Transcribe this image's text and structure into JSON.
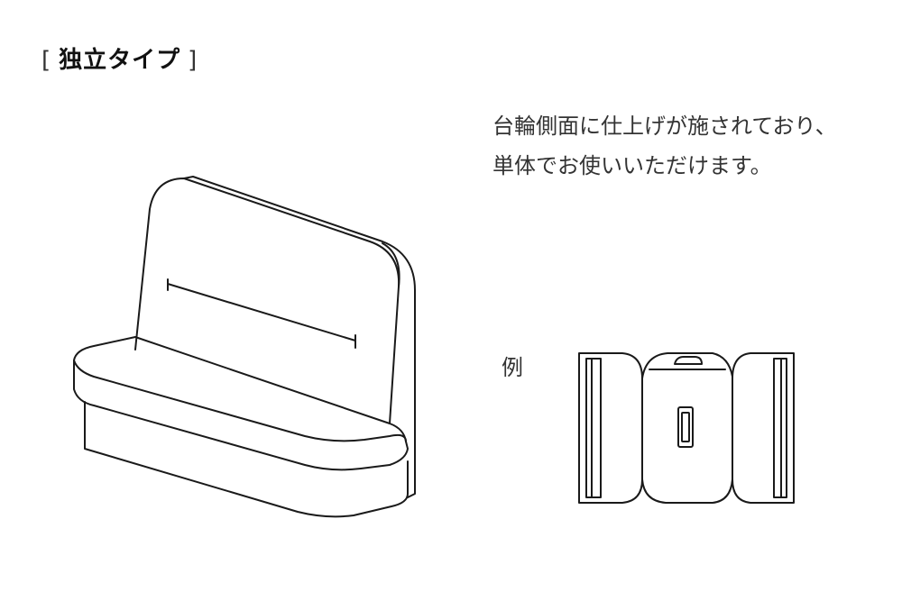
{
  "heading": {
    "open_bracket": "[",
    "title": "独立タイプ",
    "close_bracket": "]"
  },
  "description": {
    "line1": "台輪側面に仕上げが施されており、",
    "line2": "単体でお使いいただけます。"
  },
  "example": {
    "label": "例"
  },
  "colors": {
    "line": "#1a1a1a",
    "background": "#ffffff"
  }
}
